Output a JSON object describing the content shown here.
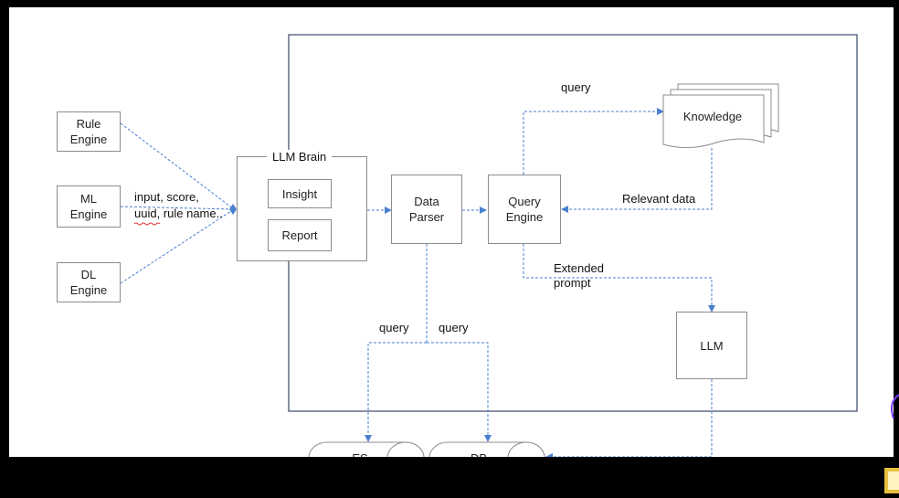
{
  "engines": {
    "rule": "Rule\nEngine",
    "ml": "ML\nEngine",
    "dl": "DL\nEngine"
  },
  "input_label_line1": "input, score,",
  "input_label_line2": "uuid, rule name..",
  "llm_brain": {
    "title": "LLM Brain",
    "insight": "Insight",
    "report": "Report"
  },
  "data_parser": "Data\nParser",
  "query_engine": "Query\nEngine",
  "knowledge": "Knowledge",
  "llm": "LLM",
  "labels": {
    "query_top": "query",
    "relevant_data": "Relevant data",
    "extended_prompt": "Extended\nprompt",
    "query_left": "query",
    "query_right": "query"
  },
  "stores": {
    "es": "ES",
    "db": "DB"
  },
  "colors": {
    "connector": "#4a7fd0",
    "border": "#8c8c8c",
    "frame": "#3a4a6a"
  }
}
